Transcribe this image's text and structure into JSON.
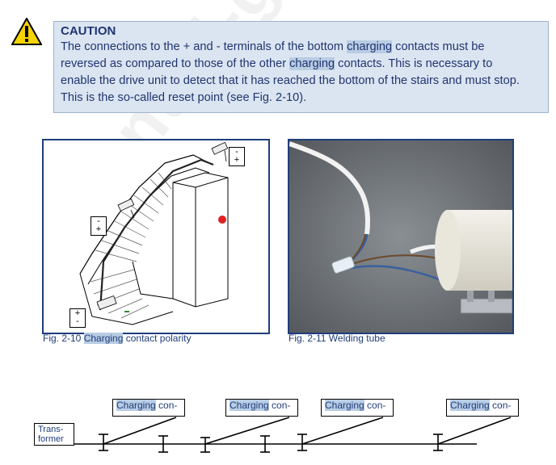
{
  "watermark": "manual-guides.com",
  "caution": {
    "title": "CAUTION",
    "line1_pre": "The connections to the + and - terminals of the bottom ",
    "line1_hl": "charging",
    "line1_post": " contacts must be",
    "line2_pre": "reversed as compared to those of the other ",
    "line2_hl": "charging",
    "line2_post": " contacts. This is necessary to",
    "line3": "enable the drive unit to detect that it has reached the bottom of the stairs and must stop.",
    "line4": "This is the so-called reset point (see Fig. 2-10)."
  },
  "fig1": {
    "polarity_top": [
      "-",
      "+"
    ],
    "polarity_mid": [
      "-",
      "+"
    ],
    "polarity_bottom": [
      "+",
      "-"
    ],
    "dot_color": "#e02020"
  },
  "captions": {
    "fig1_prefix": "Fig. 2-10  ",
    "fig1_hl": "Charging",
    "fig1_suffix": " contact polarity",
    "fig2": "Fig. 2-11  Welding tube"
  },
  "diagram": {
    "transformer": [
      "Trans-",
      "former"
    ],
    "contacts": [
      {
        "hl": "Charging",
        "rest": " con-"
      },
      {
        "hl": "Charging",
        "rest": " con-"
      },
      {
        "hl": "Charging",
        "rest": " con-"
      },
      {
        "hl": "Charging",
        "rest": " con-"
      }
    ]
  },
  "colors": {
    "caution_bg": "#dbe5f1",
    "text_blue": "#1f3470",
    "highlight": "#b8cce4",
    "frame": "#1f3d7a"
  }
}
